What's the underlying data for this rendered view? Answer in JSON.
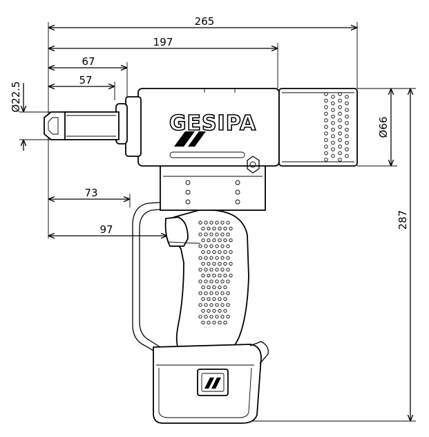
{
  "brand": {
    "name": "GESIPA"
  },
  "dimensions": {
    "overall_length": "265",
    "length_to_front": "197",
    "length_67": "67",
    "length_57": "57",
    "handle_73": "73",
    "handle_97": "97",
    "nose_diameter": "Ø22.5",
    "body_diameter": "Ø66",
    "overall_height": "287"
  }
}
